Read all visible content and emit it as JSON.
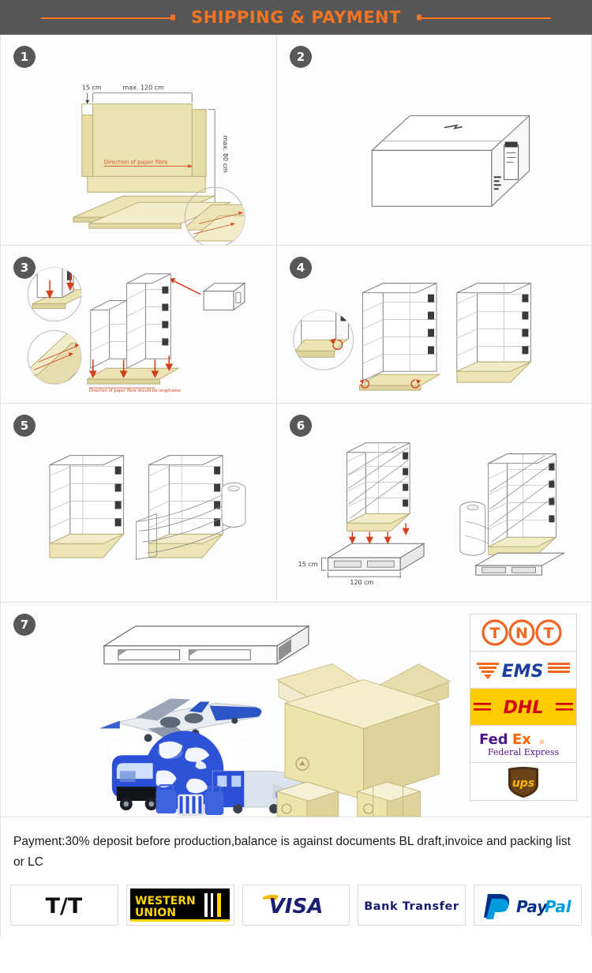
{
  "header": {
    "title": "SHIPPING & PAYMENT",
    "accent_color": "#f47421",
    "bar_color": "#565656"
  },
  "panels": [
    {
      "number": "1",
      "labels": {
        "width_small": "15 cm",
        "width_max": "max. 120 cm",
        "height_max": "max. 80 cm",
        "fibre": "Direction of paper fibre"
      }
    },
    {
      "number": "2",
      "labels": {}
    },
    {
      "number": "3",
      "labels": {
        "fibre": "Direction of paper fibre should be lengthwise"
      }
    },
    {
      "number": "4",
      "labels": {}
    },
    {
      "number": "5",
      "labels": {}
    },
    {
      "number": "6",
      "labels": {
        "height": "15 cm",
        "width": "120 cm"
      }
    },
    {
      "number": "7",
      "labels": {}
    }
  ],
  "carriers": [
    {
      "name": "TNT",
      "text": "TNT"
    },
    {
      "name": "EMS",
      "text": "EMS"
    },
    {
      "name": "DHL",
      "text": "DHL"
    },
    {
      "name": "FedEx",
      "text": "FedEx",
      "subtext": "Federal Express"
    },
    {
      "name": "UPS",
      "text": "ups"
    }
  ],
  "payment": {
    "terms": "Payment:30% deposit before production,balance is against documents BL draft,invoice and packing list or LC",
    "methods": [
      {
        "name": "T/T",
        "text": "T/T"
      },
      {
        "name": "Western Union",
        "line1": "WESTERN",
        "line2": "UNION"
      },
      {
        "name": "VISA",
        "text": "VISA"
      },
      {
        "name": "Bank Transfer",
        "text": "Bank Transfer"
      },
      {
        "name": "PayPal",
        "text": "PayPal"
      }
    ]
  },
  "colors": {
    "kraft": "#e8e0b0",
    "kraft_light": "#f2ecc8",
    "line": "#6a6a6a",
    "arrow_red": "#e2401c",
    "badge": "#58585a"
  }
}
